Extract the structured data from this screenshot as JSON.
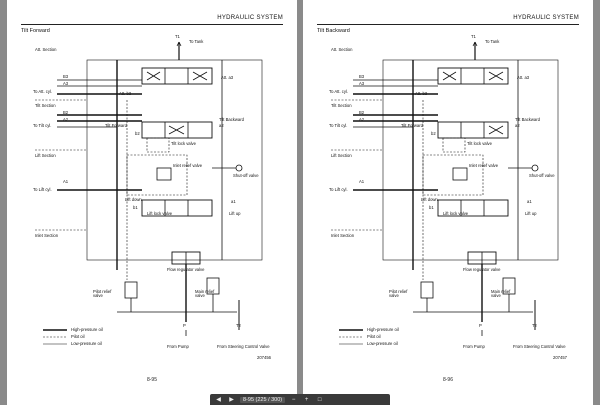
{
  "pages": [
    {
      "header": "HYDRAULIC SYSTEM",
      "subtitle": "Tilt Forward",
      "page_number": "8-95",
      "figure_id": "207456",
      "diagram": {
        "t1": "T1",
        "to_tank": "To Tank",
        "att_section": "Att. Section",
        "b3": "B3",
        "a3": "A3",
        "to_att_cyl": "To Att. cyl.",
        "att_b3": "Att. b3",
        "att_a3": "Att. a3",
        "tilt_section": "Tilt Section",
        "b2": "B2",
        "a2": "A2",
        "to_tilt_cyl": "To Tilt cyl.",
        "tilt_mode": "Tilt Forward",
        "b2_small": "b2",
        "tilt_backward": "Tilt Backward",
        "a2_small": "a2",
        "tilt_lock_valve": "Tilt lock valve",
        "lift_section": "Lift Section",
        "inlet_relief": "Inlet relief valve",
        "shutoff": "Shut-off valve",
        "a1": "A1",
        "to_lift_cyl": "To Lift cyl.",
        "lift_down": "Lift down",
        "b1": "b1",
        "a1_small": "a1",
        "lift_lock_valve": "Lift lock valve",
        "lift_up": "Lift up",
        "inlet_section": "Inlet Section",
        "flow_regulator": "Flow regulator valve",
        "pilot_relief": "Pilot relief valve",
        "main_relief": "Main relief valve",
        "p": "P",
        "t2": "T2",
        "from_pump": "From Pump",
        "from_steering": "From Steering Control Valve"
      },
      "legend": [
        "High-pressure oil",
        "Pilot oil",
        "Low-pressure oil"
      ]
    },
    {
      "header": "HYDRAULIC SYSTEM",
      "subtitle": "Tilt Backward",
      "page_number": "8-96",
      "figure_id": "207457",
      "diagram": {
        "t1": "T1",
        "to_tank": "To Tank",
        "att_section": "Att. Section",
        "b3": "B3",
        "a3": "A3",
        "to_att_cyl": "To Att. cyl.",
        "att_b3": "Att. b3",
        "att_a3": "Att. a3",
        "tilt_section": "Tilt Section",
        "b2": "B2",
        "a2": "A2",
        "to_tilt_cyl": "To Tilt cyl.",
        "tilt_mode": "Tilt Forward",
        "b2_small": "b2",
        "tilt_backward": "Tilt Backward",
        "a2_small": "a2",
        "tilt_lock_valve": "Tilt lock valve",
        "lift_section": "Lift Section",
        "inlet_relief": "Inlet relief valve",
        "shutoff": "Shut-off valve",
        "a1": "A1",
        "to_lift_cyl": "To Lift cyl.",
        "lift_down": "Lift down",
        "b1": "b1",
        "a1_small": "a1",
        "lift_lock_valve": "Lift lock valve",
        "lift_up": "Lift up",
        "inlet_section": "Inlet Section",
        "flow_regulator": "Flow regulator valve",
        "pilot_relief": "Pilot relief valve",
        "main_relief": "Main relief valve",
        "p": "P",
        "t2": "T2",
        "from_pump": "From Pump",
        "from_steering": "From Steering Control Valve"
      },
      "legend": [
        "High-pressure oil",
        "Pilot oil",
        "Low-pressure oil"
      ]
    }
  ],
  "toolbar": {
    "page_indicator": "8-95 (225 / 300)",
    "icons": [
      "prev-page-icon",
      "next-page-icon",
      "zoom-out-icon",
      "zoom-in-icon",
      "fit-page-icon"
    ]
  }
}
